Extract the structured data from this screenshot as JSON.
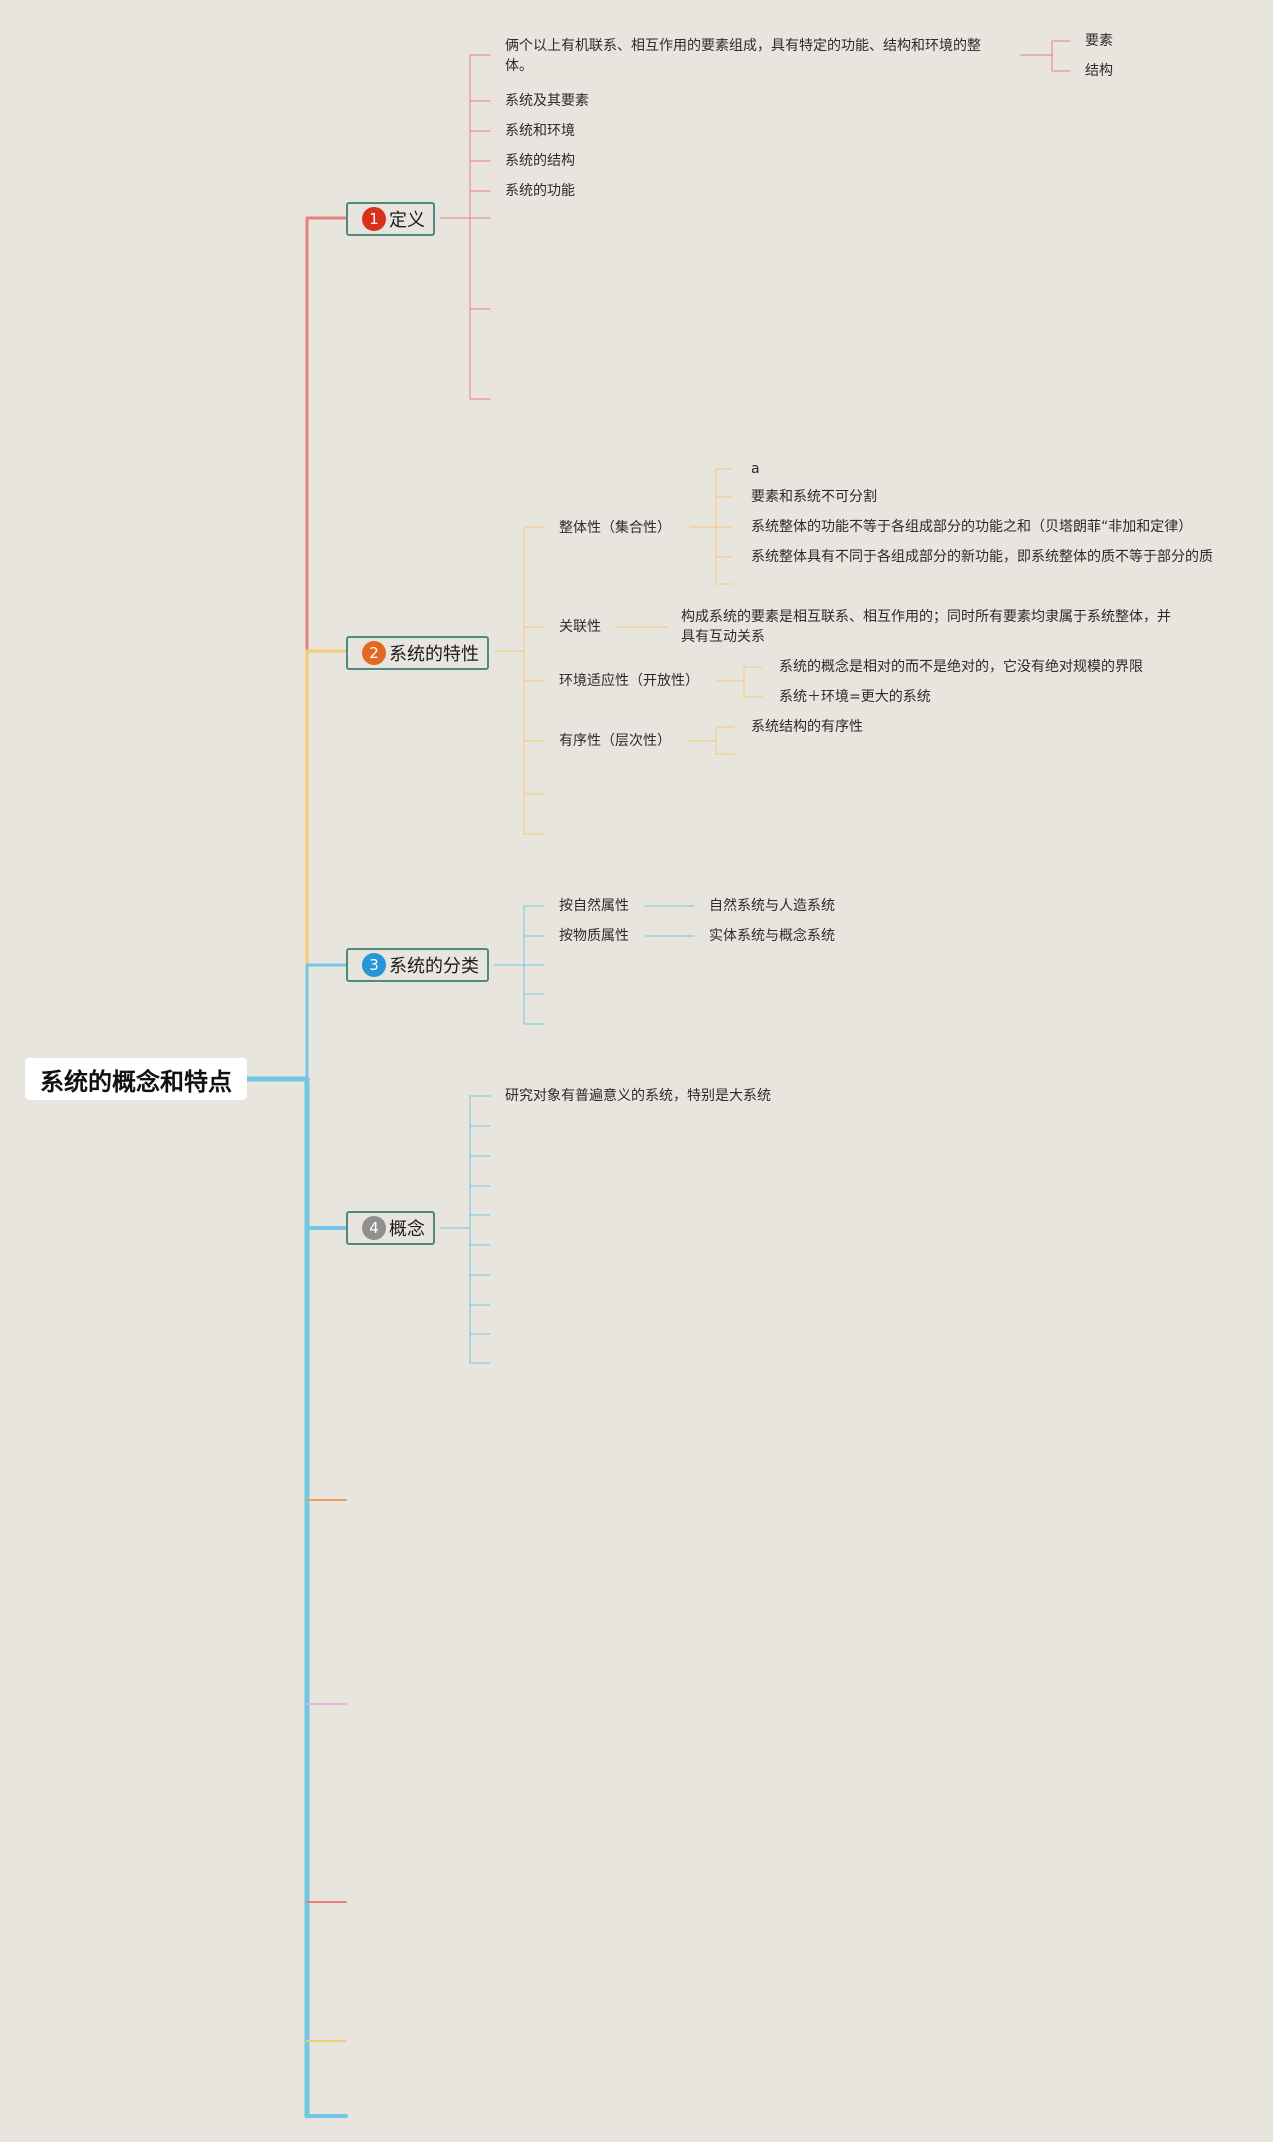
{
  "root": {
    "title": "系统的概念和特点"
  },
  "colors": {
    "red": "#e88080",
    "yellow": "#f4cc73",
    "blue": "#74c7e2",
    "frame": "#4f8a7c",
    "badge_1": "#d9301c",
    "badge_2": "#e26a20",
    "badge_3": "#2596d6",
    "badge_4": "#8f8f8f"
  },
  "topics": [
    {
      "num": "1",
      "title": "定义",
      "items": [
        {
          "text": "俩个以上有机联系、相互作用的要素组成，具有特定的功能、结构和环境的整体。",
          "children": [
            "要素",
            "结构"
          ]
        },
        {
          "text": "系统及其要素"
        },
        {
          "text": "系统和环境"
        },
        {
          "text": "系统的结构"
        },
        {
          "text": "系统的功能"
        }
      ]
    },
    {
      "num": "2",
      "title": "系统的特性",
      "items": [
        {
          "text": "整体性（集合性）",
          "children": [
            "a",
            "要素和系统不可分割",
            "系统整体的功能不等于各组成部分的功能之和（贝塔朗菲“非加和定律）",
            "系统整体具有不同于各组成部分的新功能，即系统整体的质不等于部分的质"
          ]
        },
        {
          "text": "关联性",
          "children": [
            "构成系统的要素是相互联系、相互作用的；同时所有要素均隶属于系统整体，并具有互动关系"
          ]
        },
        {
          "text": "环境适应性（开放性）",
          "children": [
            "系统的概念是相对的而不是绝对的，它没有绝对规模的界限",
            "系统＋环境=更大的系统"
          ]
        },
        {
          "text": "有序性（层次性）",
          "children": [
            "系统结构的有序性"
          ]
        }
      ]
    },
    {
      "num": "3",
      "title": "系统的分类",
      "items": [
        {
          "text": "按自然属性",
          "children": [
            "自然系统与人造系统"
          ]
        },
        {
          "text": "按物质属性",
          "children": [
            "实体系统与概念系统"
          ]
        }
      ]
    },
    {
      "num": "4",
      "title": "概念",
      "items": [
        {
          "text": "研究对象有普遍意义的系统，特别是大系统"
        }
      ]
    }
  ]
}
